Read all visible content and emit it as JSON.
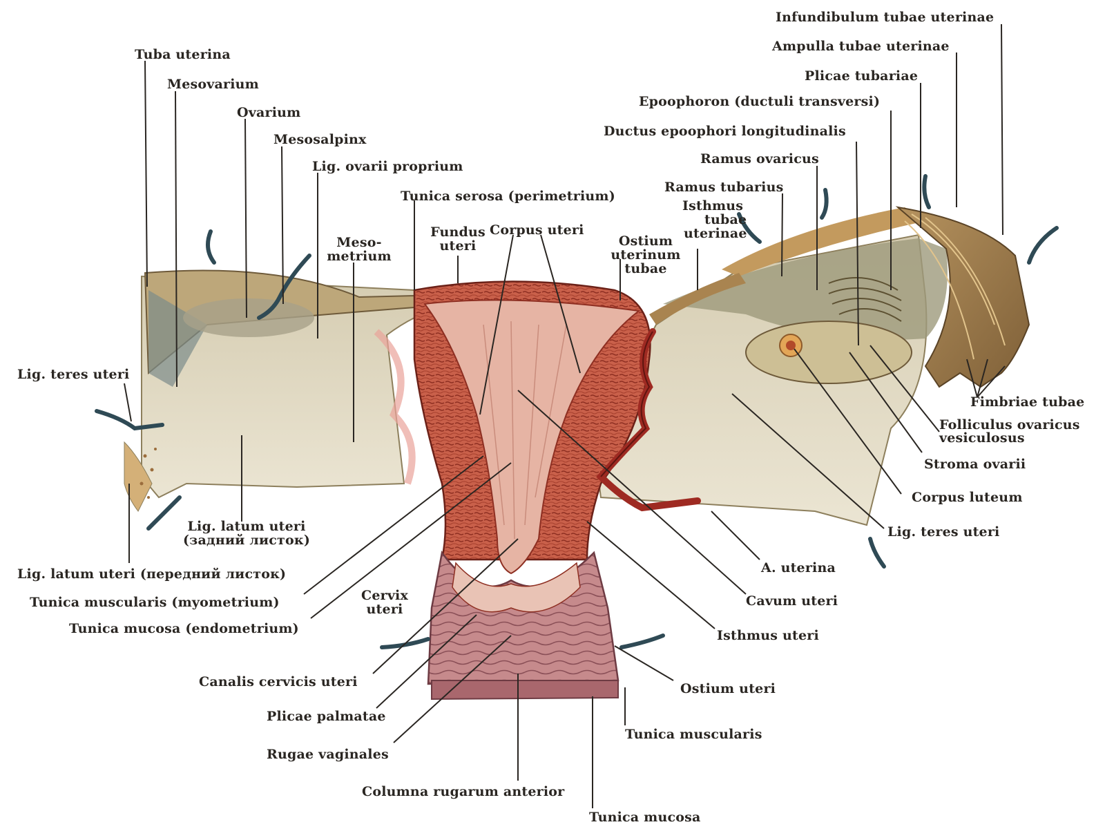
{
  "labels": {
    "tuba_uterina": "Tuba uterina",
    "mesovarium": "Mesovarium",
    "ovarium": "Ovarium",
    "mesosalpinx": "Mesosalpinx",
    "lig_ovarii_proprium": "Lig. ovarii proprium",
    "mesometrium_1": "Meso-",
    "mesometrium_2": "metrium",
    "tunica_serosa": "Tunica serosa (perimetrium)",
    "fundus_1": "Fundus",
    "fundus_2": "uteri",
    "corpus_uteri": "Corpus uteri",
    "ostium_1": "Ostium",
    "ostium_2": "uterinum",
    "ostium_3": "tubae",
    "isthmus_tubae_1": "Isthmus",
    "isthmus_tubae_2": "tubae",
    "isthmus_tubae_3": "uterinae",
    "ramus_tubarius": "Ramus tubarius",
    "ramus_ovaricus": "Ramus ovaricus",
    "ductus_epoophori": "Ductus epoophori longitudinalis",
    "epoophoron": "Epoophoron (ductuli transversi)",
    "plicae_tubariae": "Plicae tubariae",
    "ampulla": "Ampulla tubae uterinae",
    "infundibulum": "Infundibulum tubae uterinae",
    "lig_teres_left": "Lig. teres uteri",
    "fimbriae": "Fimbriae tubae",
    "folliculus_1": "Folliculus ovaricus",
    "folliculus_2": "vesiculosus",
    "stroma": "Stroma ovarii",
    "corpus_luteum": "Corpus luteum",
    "lig_teres_right": "Lig. teres uteri",
    "lig_latum_post_1": "Lig. latum uteri",
    "lig_latum_post_2": "(задний листок)",
    "lig_latum_ant": "Lig. latum uteri (передний листок)",
    "tunica_muscularis_myo": "Tunica muscularis (myometrium)",
    "tunica_mucosa_endo": "Tunica mucosa (endometrium)",
    "cervix_1": "Cervix",
    "cervix_2": "uteri",
    "a_uterina": "A. uterina",
    "cavum_uteri": "Cavum uteri",
    "isthmus_uteri": "Isthmus uteri",
    "canalis_cervicis": "Canalis cervicis uteri",
    "ostium_uteri": "Ostium uteri",
    "plicae_palmatae": "Plicae palmatae",
    "tunica_muscularis": "Tunica muscularis",
    "rugae_vaginales": "Rugae vaginales",
    "columna_rugarum": "Columna rugarum anterior",
    "tunica_mucosa": "Tunica mucosa"
  },
  "colors": {
    "myometrium": "#c9604a",
    "myometrium_texture": "#8e2f22",
    "endometrium": "#e6b4a4",
    "ligament": "#e4ddc8",
    "ligament_shadow": "#c7bd9e",
    "tube": "#9c7b4e",
    "tube_light": "#c9a46a",
    "vagina": "#c68a8c",
    "vagina_fold": "#8a4f57",
    "artery": "#9e2a22",
    "vessel_dark": "#2f4a55",
    "label_text": "#2a2622"
  }
}
